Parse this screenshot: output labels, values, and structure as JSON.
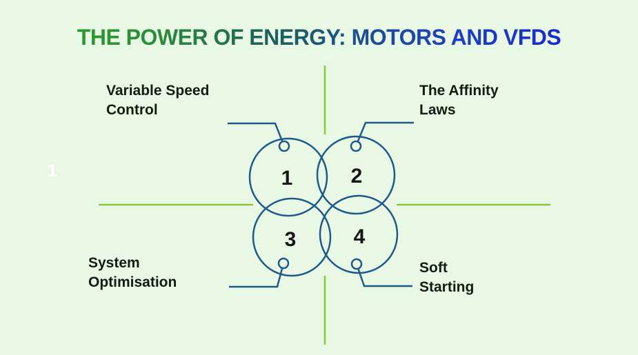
{
  "title": {
    "text": "THE POWER OF ENERGY: MOTORS AND VFDS",
    "gradient_start_color": "#2f9e2c",
    "gradient_mid_color": "#1d6158",
    "gradient_end_color": "#1420d8"
  },
  "page_number": "1",
  "colors": {
    "background": "#e9f8e5",
    "axis_line_green": "#8cc63f",
    "circle_stroke_blue": "#1e5a88",
    "label_text": "#111d13",
    "number_text": "#161616",
    "page_number_text": "#ffffff"
  },
  "diagram": {
    "items": [
      {
        "number": "1",
        "position": "top-left",
        "label_lines": [
          "Variable Speed",
          "Control"
        ]
      },
      {
        "number": "2",
        "position": "top-right",
        "label_lines": [
          "The Affinity",
          "Laws"
        ]
      },
      {
        "number": "3",
        "position": "bottom-left",
        "label_lines": [
          "System",
          "Optimisation"
        ]
      },
      {
        "number": "4",
        "position": "bottom-right",
        "label_lines": [
          "Soft",
          "Starting"
        ]
      }
    ]
  }
}
